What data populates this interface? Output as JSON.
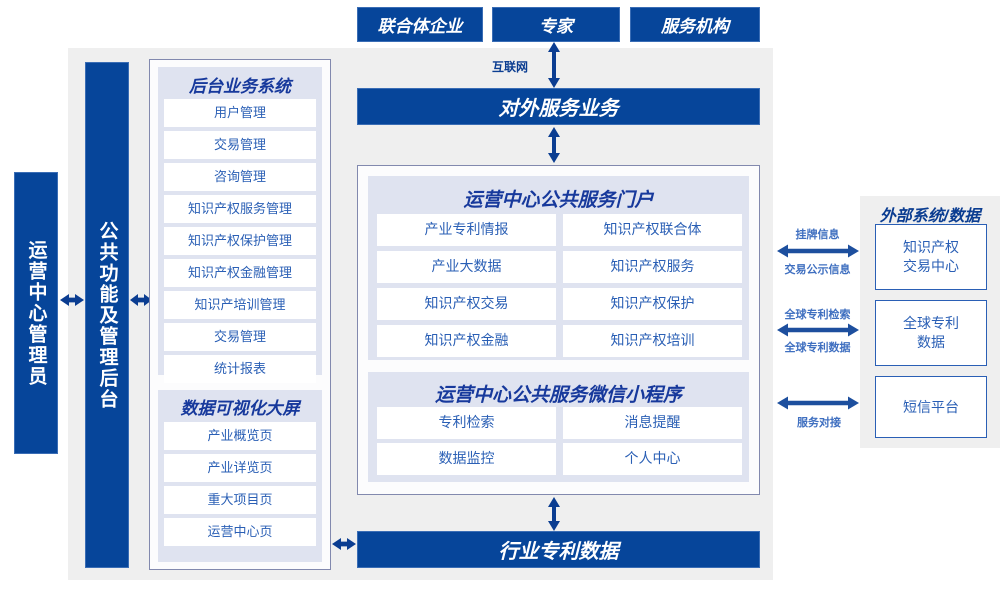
{
  "diagram": {
    "top_actors": [
      {
        "label": "联合体企业"
      },
      {
        "label": "专家"
      },
      {
        "label": "服务机构"
      }
    ],
    "internet_label": "互联网",
    "external_service_bar": "对外服务业务",
    "industry_data_bar": "行业专利数据",
    "left_bars": [
      {
        "label": "运营中心管理员"
      },
      {
        "label": "公共功能及管理后台"
      }
    ],
    "backend_system": {
      "title": "后台业务系统",
      "items": [
        "用户管理",
        "交易管理",
        "咨询管理",
        "知识产权服务管理",
        "知识产权保护管理",
        "知识产权金融管理",
        "知识产培训管理",
        "交易管理",
        "统计报表"
      ]
    },
    "data_visualization": {
      "title": "数据可视化大屏",
      "items": [
        "产业概览页",
        "产业详览页",
        "重大项目页",
        "运营中心页"
      ]
    },
    "public_portal": {
      "title": "运营中心公共服务门户",
      "items": [
        "产业专利情报",
        "知识产权联合体",
        "产业大数据",
        "知识产权服务",
        "知识产权交易",
        "知识产权保护",
        "知识产权金融",
        "知识产权培训"
      ]
    },
    "wechat_miniprogram": {
      "title": "运营中心公共服务微信小程序",
      "items": [
        "专利检索",
        "消息提醒",
        "数据监控",
        "个人中心"
      ]
    },
    "external": {
      "title": "外部系统/数据",
      "systems": [
        {
          "label": "知识产权\n交易中心"
        },
        {
          "label": "全球专利\n数据"
        },
        {
          "label": "短信平台"
        }
      ],
      "connectors": [
        {
          "above": "挂牌信息",
          "below": "交易公示信息"
        },
        {
          "above": "全球专利检索",
          "below": "全球专利数据"
        },
        {
          "above": "",
          "below": "服务对接"
        }
      ]
    },
    "colors": {
      "deep_blue": "#06459a",
      "panel_gray": "#efefef",
      "lavender": "#dfe3f0",
      "text_blue": "#2a5fb5",
      "border_purple": "#8289ae"
    }
  }
}
